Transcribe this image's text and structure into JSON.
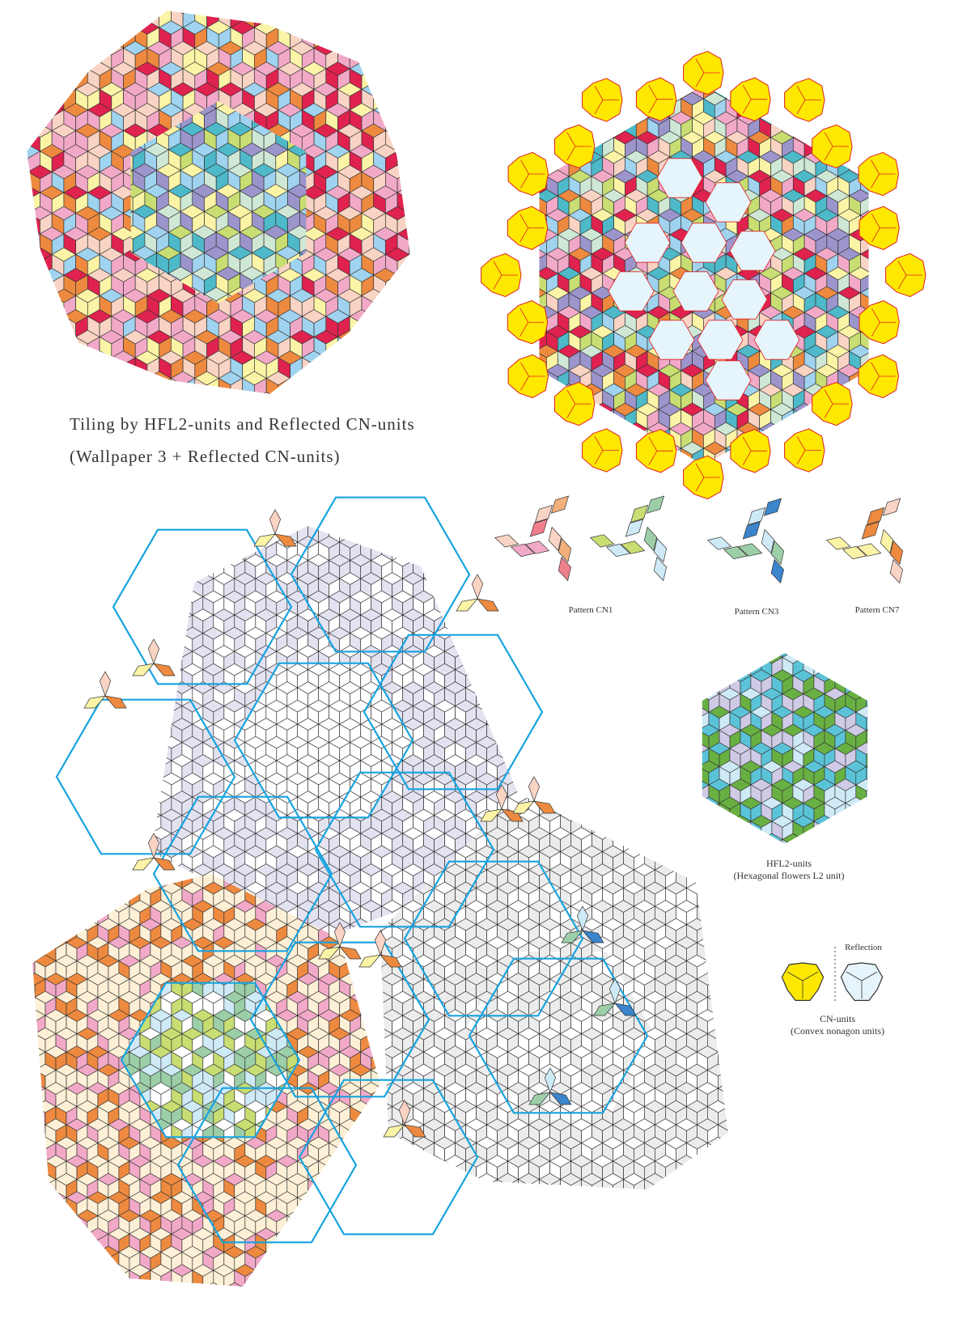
{
  "title": {
    "line1": "Tiling by  HFL2-units and  Reflected CN-units",
    "line2": "(Wallpaper 3 + Reflected CN-units)"
  },
  "patterns": [
    {
      "label": "Pattern CN1"
    },
    {
      "label": "Pattern CN3"
    },
    {
      "label": "Pattern CN7"
    }
  ],
  "hfl2": {
    "label": "HFL2-units",
    "sublabel": "(Hexagonal flowers L2 unit)"
  },
  "cn": {
    "reflection_label": "Reflection",
    "label": "CN-units",
    "sublabel": "(Convex nonagon units)"
  },
  "colors": {
    "red": "#e0224f",
    "orange": "#ee8a3f",
    "yellow": "#fbf4a6",
    "peach": "#f9d3c3",
    "pink": "#f2a9c8",
    "blue": "#9fd3ef",
    "purple": "#9c95cc",
    "teal": "#4db9c9",
    "lime": "#c8dd72",
    "mint": "#cfe8d6",
    "cn_yellow": "#ffe800",
    "cn_light": "#e6f4fb",
    "green": "#69b043",
    "cyan": "#5bc3d8",
    "lightblue": "#cfeaf7",
    "lavender": "#cfcbe6",
    "hex_outline": "#16a3e0",
    "region_lavender": "#e3e2f1",
    "region_cream": "#fdf0d6",
    "region_grey": "#ececec",
    "dark_blue": "#3c84cc",
    "sage": "#9ccfa8"
  }
}
